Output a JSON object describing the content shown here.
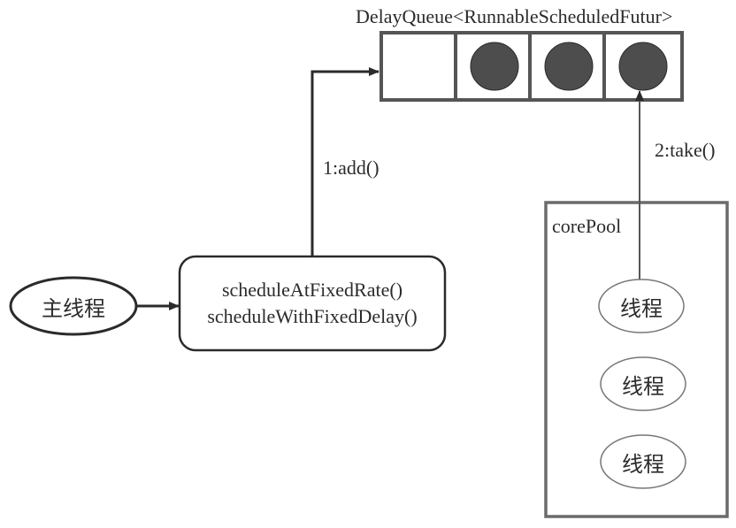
{
  "queue": {
    "title": "DelayQueue<RunnableScheduledFutur>",
    "slots": [
      {
        "filled": false
      },
      {
        "filled": true
      },
      {
        "filled": true
      },
      {
        "filled": true
      }
    ]
  },
  "main_thread": {
    "label": "主线程"
  },
  "methods": {
    "line1": "scheduleAtFixedRate()",
    "line2": "scheduleWithFixedDelay()"
  },
  "edges": {
    "add_label": "1:add()",
    "take_label": "2:take()"
  },
  "core_pool": {
    "label": "corePool",
    "threads": [
      {
        "label": "线程"
      },
      {
        "label": "线程"
      },
      {
        "label": "线程"
      }
    ]
  },
  "colors": {
    "stroke": "#3a3a3a",
    "box_stroke": "#555555",
    "filled_slot": "#4d4d4d"
  }
}
